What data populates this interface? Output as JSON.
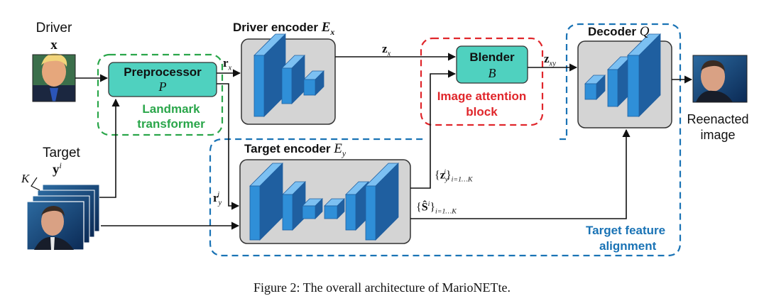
{
  "driver": {
    "label": "Driver",
    "symbol": "x"
  },
  "target": {
    "label": "Target",
    "symbol": "y",
    "superscript": "i",
    "count_symbol": "K"
  },
  "preprocessor": {
    "title": "Preprocessor",
    "symbol": "P"
  },
  "landmark_transformer": {
    "line1": "Landmark",
    "line2": "transformer"
  },
  "driver_encoder": {
    "title": "Driver encoder",
    "symbol": "E",
    "subscript": "x"
  },
  "target_encoder": {
    "title": "Target encoder",
    "symbol": "E",
    "subscript": "y"
  },
  "blender": {
    "title": "Blender",
    "symbol": "B"
  },
  "image_attention": {
    "line1": "Image attention",
    "line2": "block"
  },
  "decoder": {
    "title": "Decoder",
    "symbol": "Q"
  },
  "target_feature_alignment": {
    "line1": "Target feature",
    "line2": "alignment"
  },
  "output": {
    "line1": "Reenacted",
    "line2": "image"
  },
  "edges": {
    "rx": {
      "main": "r",
      "sub": "x"
    },
    "ry": {
      "main": "r",
      "sub": "y",
      "sup": "i"
    },
    "zx": {
      "main": "z",
      "sub": "x"
    },
    "zxy": {
      "main": "z",
      "sub": "xy"
    },
    "zy_set": {
      "open": "{",
      "main": "z",
      "sub": "y",
      "sup": "i",
      "close": "}",
      "range": "i=1…K"
    },
    "s_set": {
      "open": "{",
      "main": "Ŝ",
      "sup": "i",
      "close": "}",
      "range": "i=1…K"
    }
  },
  "caption": "Figure 2:  The overall architecture of MarioNETte.",
  "colors": {
    "teal_box": "#4fd1bf",
    "gray_box": "#d4d4d4",
    "block_front": "#2f8fd8",
    "block_side": "#1f5fa0",
    "block_top": "#7cc0f2",
    "green_dash": "#2aa64a",
    "red_dash": "#e0262b",
    "blue_dash": "#1a73b5"
  }
}
